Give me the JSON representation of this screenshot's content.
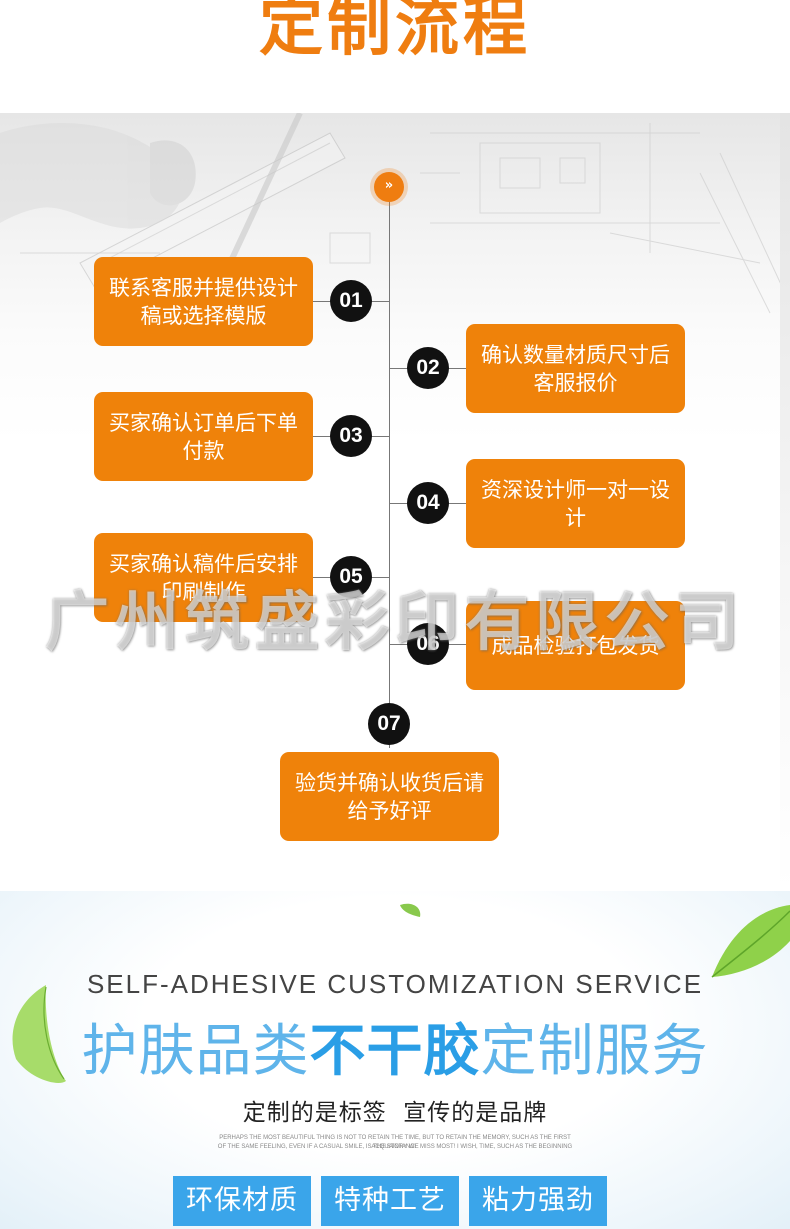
{
  "header": {
    "title": "定制流程"
  },
  "process": {
    "top_icon": "double-chevron-down-icon",
    "steps": [
      {
        "num": "01",
        "text": "联系客服并提供设计稿或选择模版"
      },
      {
        "num": "02",
        "text": "确认数量材质尺寸后客服报价"
      },
      {
        "num": "03",
        "text": "买家确认订单后下单付款"
      },
      {
        "num": "04",
        "text": "资深设计师一对一设计"
      },
      {
        "num": "05",
        "text": "买家确认稿件后安排印刷制作"
      },
      {
        "num": "06",
        "text": "成品检验打包发货"
      },
      {
        "num": "07",
        "text": "验货并确认收货后请给予好评"
      }
    ],
    "watermark": "广州筑盛彩印有限公司"
  },
  "service": {
    "subtitle": "SELF-ADHESIVE CUSTOMIZATION SERVICE",
    "title_part1": "护肤品类",
    "title_part2": "不干胶",
    "title_part3": "定制服务",
    "tagline": "定制的是标签  宣传的是品牌",
    "small_line1": "PERHAPS THE MOST BEAUTIFUL THING IS NOT TO RETAIN THE TIME, BUT TO RETAIN THE MEMORY, SUCH AS THE FIRST ACQUAINTANCE",
    "small_line2": "OF THE SAME FEELING, EVEN IF A CASUAL SMILE, IS THE STORY WE MISS MOST! I WISH, TIME, SUCH AS THE BEGINNING",
    "badges": [
      "环保材质",
      "特种工艺",
      "粘力强劲"
    ],
    "colors": {
      "accent": "#2a9ee6",
      "badge": "#3aa5ea",
      "orange": "#ef820a"
    }
  }
}
